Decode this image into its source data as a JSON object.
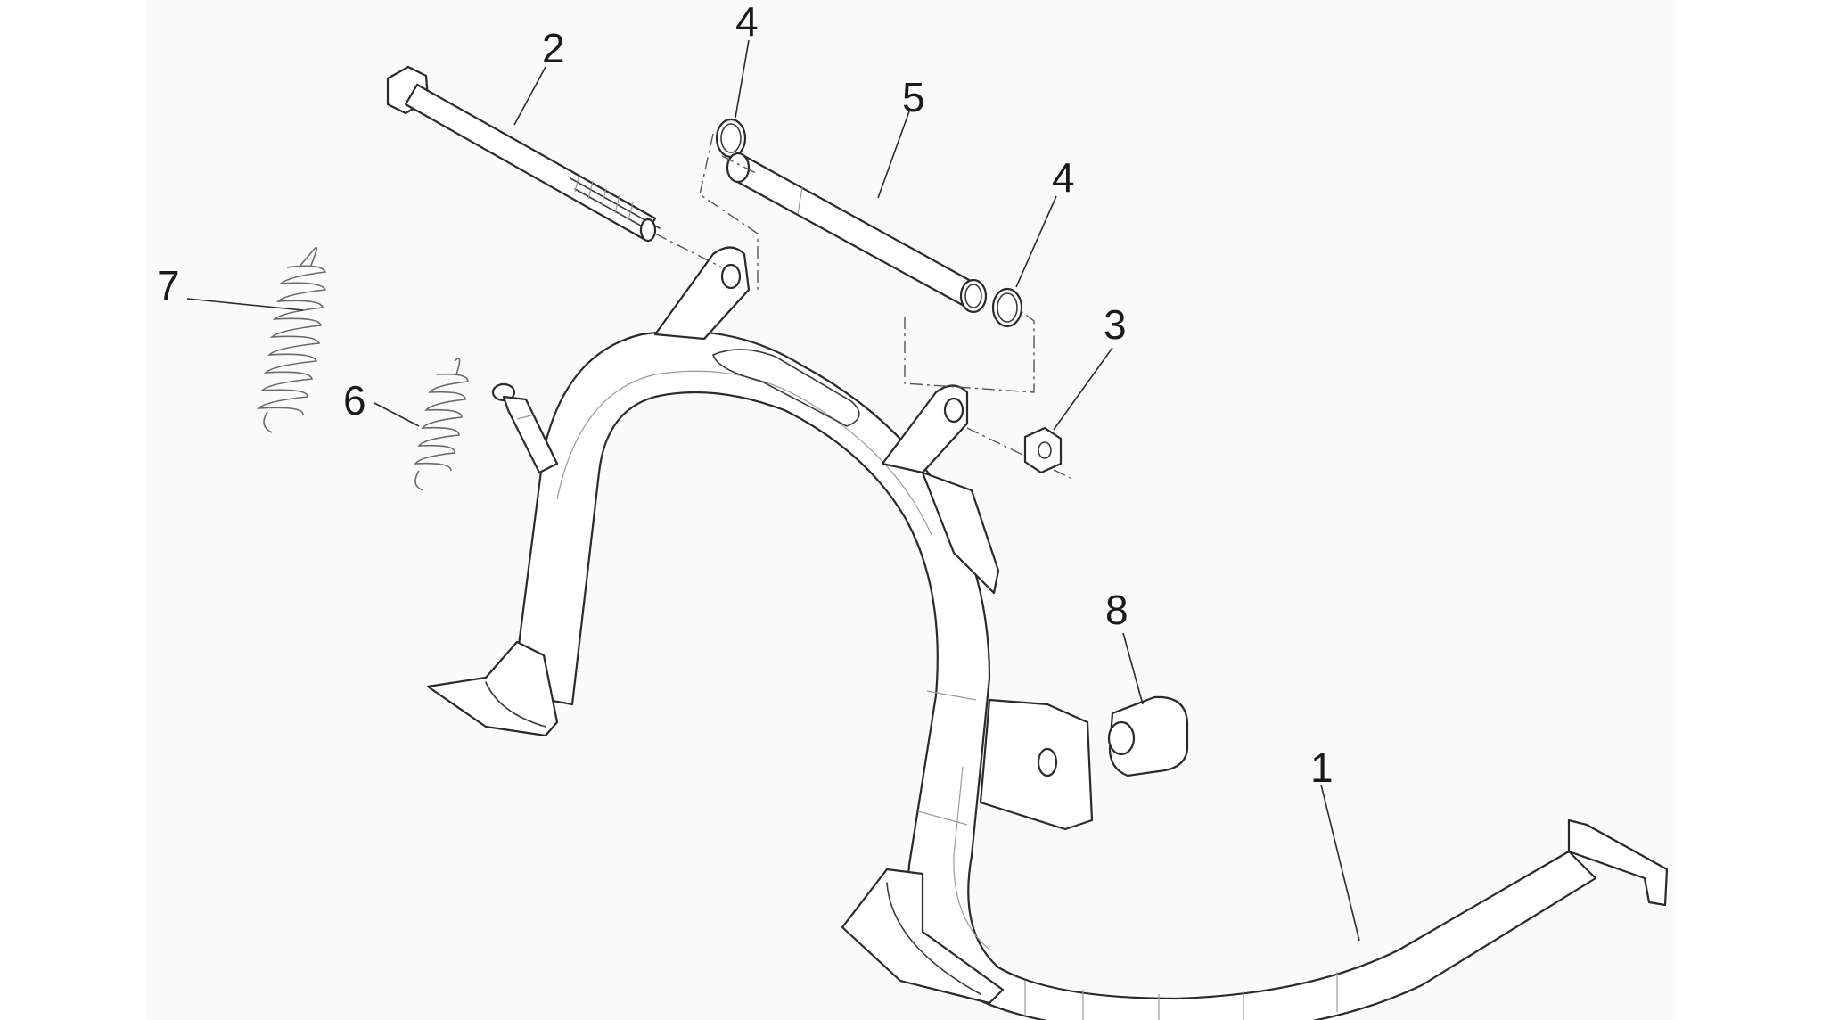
{
  "callouts": {
    "stand": "1",
    "bolt": "2",
    "nut": "3",
    "washer_left": "4",
    "washer_right": "4",
    "bushing": "5",
    "spring_small": "6",
    "spring_large": "7",
    "rubber_stop": "8"
  },
  "colors": {
    "background": "#fafafa",
    "line": "#2a2a2a",
    "text": "#1a1a1a"
  }
}
